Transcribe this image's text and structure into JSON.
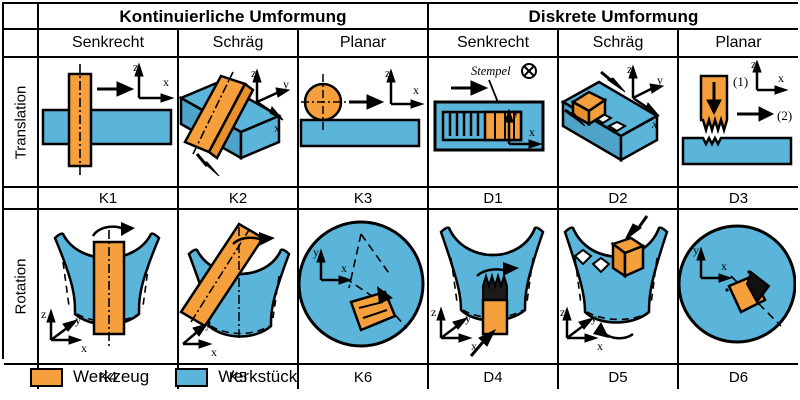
{
  "header": {
    "groups": [
      {
        "label": "Kontinuierliche Umformung"
      },
      {
        "label": "Diskrete Umformung"
      }
    ],
    "columns": [
      {
        "label": "Senkrecht"
      },
      {
        "label": "Schräg"
      },
      {
        "label": "Planar"
      },
      {
        "label": "Senkrecht"
      },
      {
        "label": "Schräg"
      },
      {
        "label": "Planar"
      }
    ]
  },
  "rows": [
    {
      "label": "Translation",
      "codes": [
        "K1",
        "K2",
        "K3",
        "D1",
        "D2",
        "D3"
      ]
    },
    {
      "label": "Rotation",
      "codes": [
        "K4",
        "K5",
        "K6",
        "D4",
        "D5",
        "D6"
      ]
    }
  ],
  "legend": {
    "items": [
      {
        "label": "Werkzeug",
        "color": "#F5A03C"
      },
      {
        "label": "Werkstück",
        "color": "#5BB4D9"
      }
    ]
  },
  "colors": {
    "tool": "#F5A03C",
    "workpiece": "#5BB4D9",
    "tool_shade": "#E8912C",
    "workpiece_shade": "#4FA3C8",
    "outline": "#000000",
    "background": "#FFFFFF"
  },
  "annotations": {
    "stempel": "Stempel",
    "stempel_symbol": "⊗",
    "step_one": "(1)",
    "step_two": "(2)"
  },
  "axes": {
    "x": "x",
    "y": "y",
    "z": "z"
  }
}
